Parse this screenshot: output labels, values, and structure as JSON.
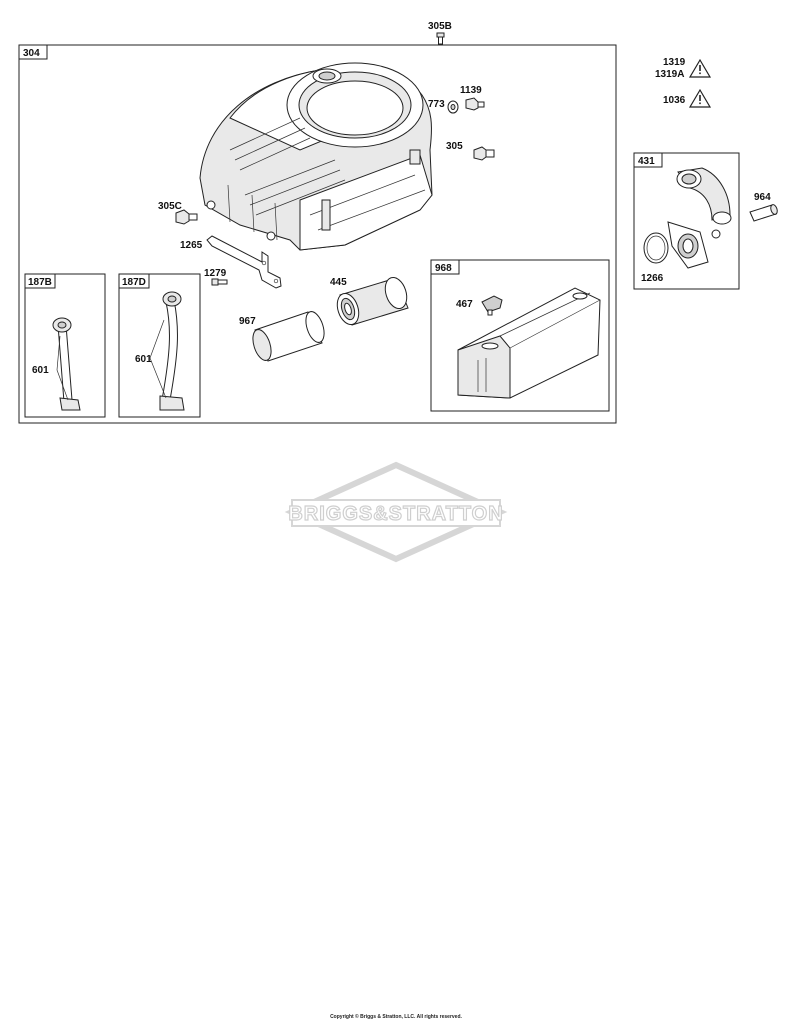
{
  "callouts": {
    "b304": "304",
    "p305B": "305B",
    "p1139": "1139",
    "p773": "773",
    "p305": "305",
    "p305C": "305C",
    "p1265": "1265",
    "p1279": "1279",
    "p445": "445",
    "p967": "967",
    "p467": "467",
    "b968": "968",
    "b187B": "187B",
    "b187D": "187D",
    "p601a": "601",
    "p601b": "601",
    "p1319": "1319",
    "p1319A": "1319A",
    "p1036": "1036",
    "b431": "431",
    "p964": "964",
    "p1266": "1266"
  },
  "watermark": "BRIGGS&STRATTON",
  "copyright": "Copyright © Briggs & Stratton, LLC. All rights reserved.",
  "colors": {
    "line": "#222222",
    "shade": "#e9e9e9",
    "watermark": "#cfcfcf"
  },
  "icons": [
    "warning-triangle-icon"
  ]
}
